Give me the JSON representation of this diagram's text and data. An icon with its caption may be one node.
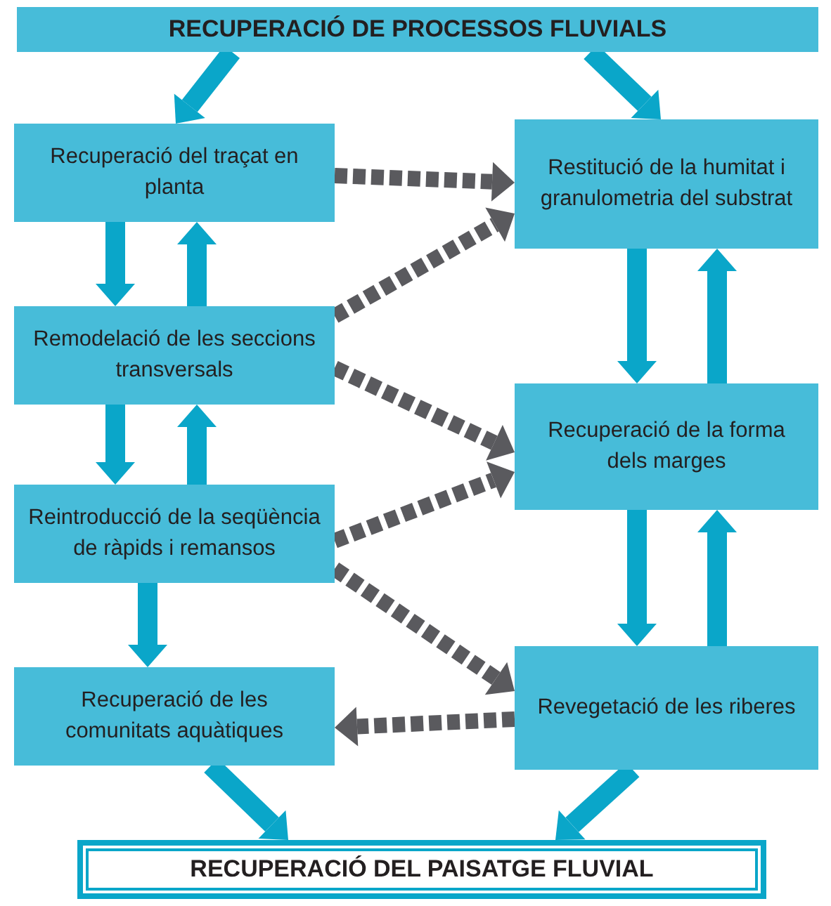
{
  "diagram": {
    "nodes": [
      {
        "text": [
          "RECUPERACIÓ DE PROCESSOS FLUVIALS"
        ]
      },
      {
        "text": [
          "Recuperació del traçat en planta"
        ]
      },
      {
        "text": [
          "Restitució de la humitat i granulometria del substrat"
        ]
      },
      {
        "text": [
          "Remodelació de les seccions transversals"
        ]
      },
      {
        "text": [
          "Recuperació de la forma dels marges"
        ]
      },
      {
        "text": [
          "Reintroducció de la seqüència de ràpids i remansos"
        ]
      },
      {
        "text": [
          "Revegetació de les riberes"
        ]
      },
      {
        "text": [
          "Recuperació de les comunitats aquàtiques"
        ]
      },
      {
        "text": [
          "RECUPERACIÓ DEL PAISATGE FLUVIAL"
        ]
      }
    ],
    "edges": [
      {
        "from": 0,
        "to": 1,
        "arrow": "to"
      },
      {
        "from": 0,
        "to": 2,
        "arrow": "to"
      },
      {
        "from": 1,
        "to": 2,
        "arrow": "to",
        "style": "dashed",
        "color": "#5a5a5e"
      },
      {
        "from": 1,
        "to": 3,
        "arrow": "to"
      },
      {
        "from": 3,
        "to": 1,
        "arrow": "to"
      },
      {
        "from": 3,
        "to": 2,
        "arrow": "to",
        "style": "dashed",
        "color": "#5a5a5e"
      },
      {
        "from": 3,
        "to": 4,
        "arrow": "to",
        "style": "dashed",
        "color": "#5a5a5e"
      },
      {
        "from": 3,
        "to": 5,
        "arrow": "to"
      },
      {
        "from": 5,
        "to": 3,
        "arrow": "to"
      },
      {
        "from": 5,
        "to": 4,
        "arrow": "to",
        "style": "dashed",
        "color": "#5a5a5e"
      },
      {
        "from": 5,
        "to": 6,
        "arrow": "to",
        "style": "dashed",
        "color": "#5a5a5e"
      },
      {
        "from": 5,
        "to": 7,
        "arrow": "to"
      },
      {
        "from": 2,
        "to": 4,
        "arrow": "to"
      },
      {
        "from": 4,
        "to": 2,
        "arrow": "to"
      },
      {
        "from": 4,
        "to": 6,
        "arrow": "to"
      },
      {
        "from": 6,
        "to": 4,
        "arrow": "to"
      },
      {
        "from": 6,
        "to": 7,
        "arrow": "to",
        "style": "dashed",
        "color": "#5a5a5e"
      },
      {
        "from": 7,
        "to": 8,
        "arrow": "to"
      },
      {
        "from": 6,
        "to": 8,
        "arrow": "to"
      }
    ]
  }
}
